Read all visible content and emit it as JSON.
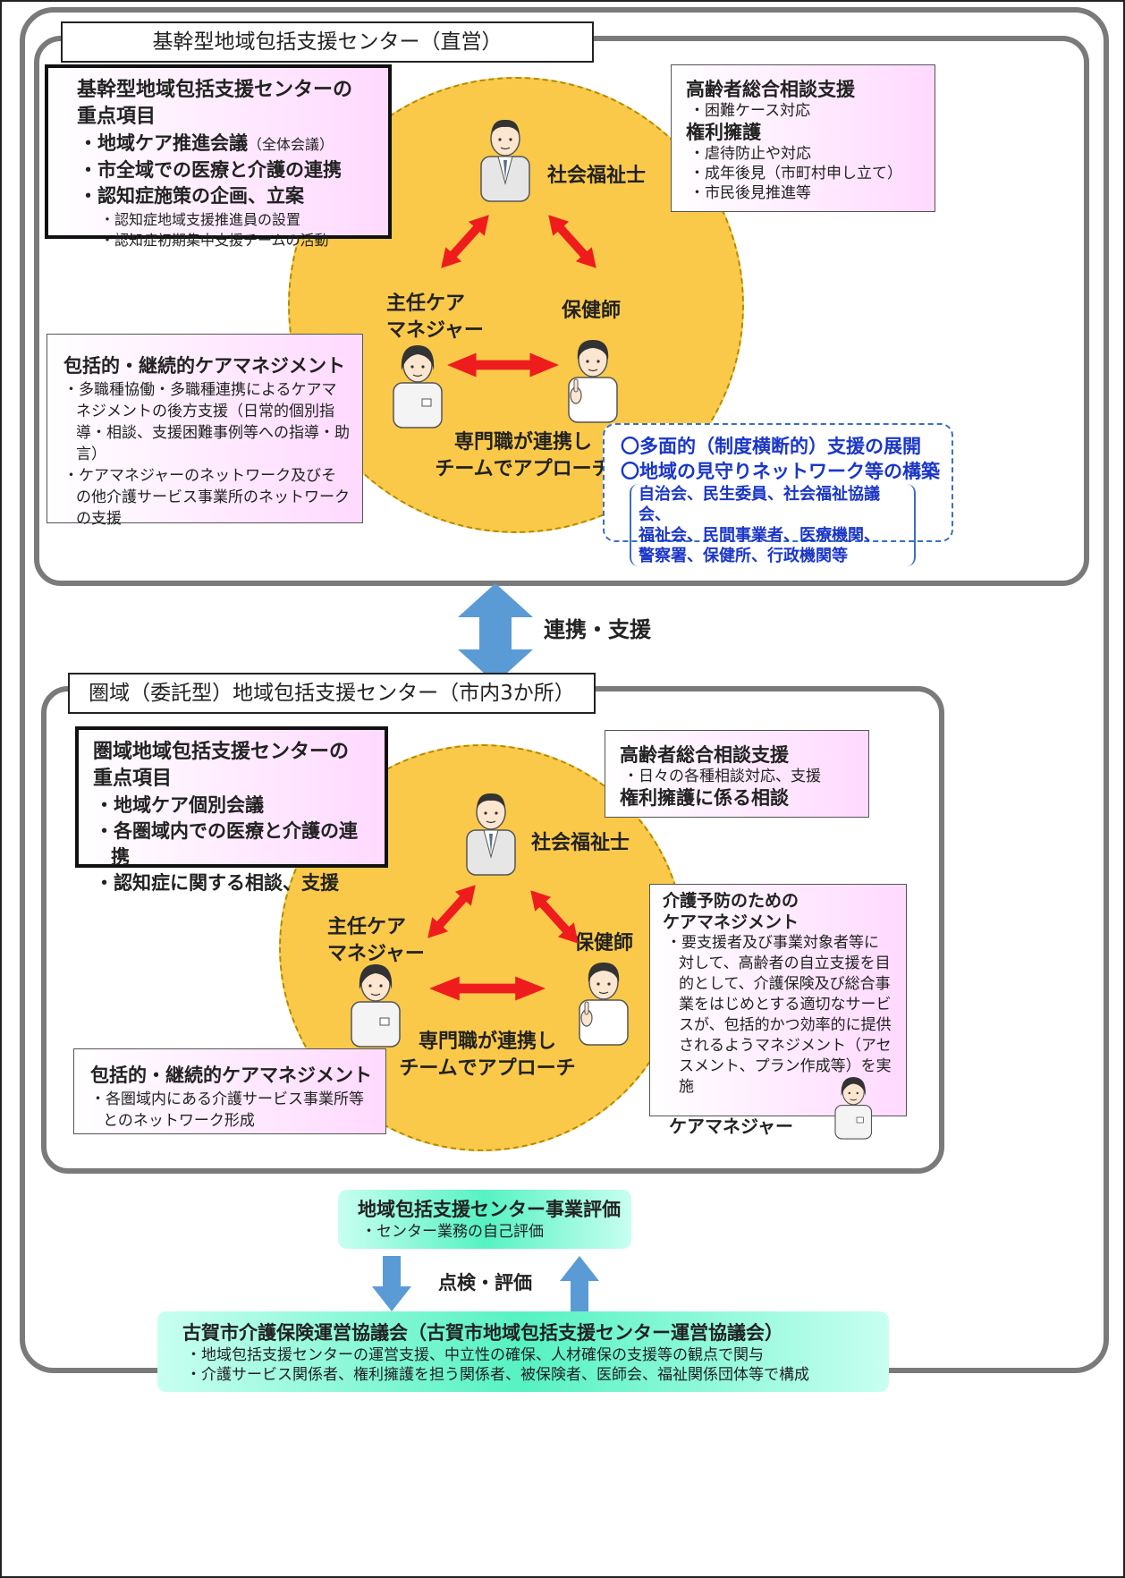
{
  "top": {
    "title": "基幹型地域包括支援センター（直営）",
    "priority": {
      "heading": "基幹型地域包括支援センターの\n重点項目",
      "items": [
        {
          "text": "・地域ケア推進会議",
          "note": "（全体会議）"
        },
        {
          "text": "・市全域での医療と介護の連携"
        },
        {
          "text": "・認知症施策の企画、立案"
        }
      ],
      "subitems": [
        "・認知症地域支援推進員の設置",
        "・認知症初期集中支援チームの活動"
      ]
    },
    "consult": {
      "heading1": "高齢者総合相談支援",
      "item1": "・困難ケース対応",
      "heading2": "権利擁護",
      "items2": [
        "・虐待防止や対応",
        "・成年後見（市町村申し立て）",
        "・市民後見推進等"
      ]
    },
    "care_mgmt": {
      "heading": "包括的・継続的ケアマネジメント",
      "items": [
        "・多職種協働・多職種連携によるケアマネジメントの後方支援（日常的個別指導・相談、支援困難事例等への指導・助言）",
        "・ケアマネジャーのネットワーク及びその他介護サービス事業所のネットワークの支援"
      ]
    },
    "roles": {
      "social_worker": "社会福祉士",
      "care_manager": "主任ケア\nマネジャー",
      "nurse": "保健師"
    },
    "team_text": "専門職が連携し\nチームでアプローチ",
    "network": {
      "line1": "〇多面的（制度横断的）支援の展開",
      "line2": "〇地域の見守りネットワーク等の構築",
      "members": [
        "自治会、民生委員、社会福祉協議会、",
        "福祉会、民間事業者、医療機関、",
        "警察署、保健所、行政機関等"
      ]
    }
  },
  "middle_label": "連携・支援",
  "bottom": {
    "title": "圏域（委託型）地域包括支援センター（市内3か所）",
    "priority": {
      "heading": "圏域地域包括支援センターの\n重点項目",
      "items": [
        "・地域ケア個別会議",
        "・各圏域内での医療と介護の連携",
        "・認知症に関する相談、支援"
      ]
    },
    "consult": {
      "heading1": "高齢者総合相談支援",
      "item1": "・日々の各種相談対応、支援",
      "heading2": "権利擁護に係る相談"
    },
    "prevention": {
      "heading": "介護予防のための\nケアマネジメント",
      "item": "・要支援者及び事業対象者等に対して、高齢者の自立支援を目的として、介護保険及び総合事業をはじめとする適切なサービスが、包括的かつ効率的に提供されるようマネジメント（アセスメント、プラン作成等）を実施"
    },
    "care_mgmt": {
      "heading": "包括的・継続的ケアマネジメント",
      "item": "・各圏域内にある介護サービス事業所等とのネットワーク形成"
    },
    "roles": {
      "social_worker": "社会福祉士",
      "care_manager": "主任ケア\nマネジャー",
      "nurse": "保健師",
      "caremanager_label": "ケアマネジャー"
    },
    "team_text": "専門職が連携し\nチームでアプローチ"
  },
  "evaluation": {
    "heading": "地域包括支援センター事業評価",
    "item": "・センター業務の自己評価"
  },
  "check_label": "点検・評価",
  "council": {
    "heading": "古賀市介護保険運営協議会（古賀市地域包括支援センター運営協議会）",
    "items": [
      "・地域包括支援センターの運営支援、中立性の確保、人材確保の支援等の観点で関与",
      "・介護サービス関係者、権利擁護を担う関係者、被保険者、医師会、福祉関係団体等で構成"
    ]
  },
  "colors": {
    "circle": "#fbc94a",
    "arrow_red": "#ee1c1c",
    "arrow_blue": "#5b9bd5",
    "network_text": "#1a36c8",
    "frame": "#7a7a7a"
  }
}
